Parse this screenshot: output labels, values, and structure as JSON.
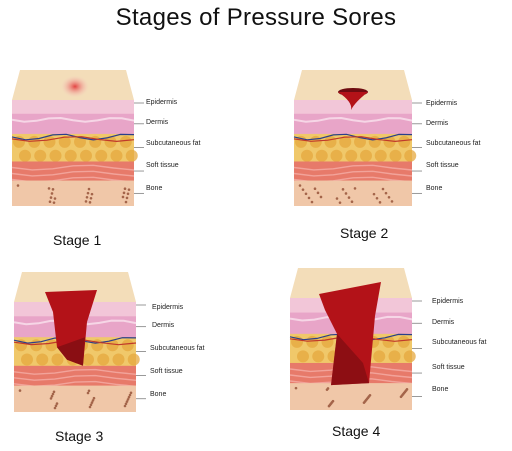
{
  "title": "Stages of Pressure Sores",
  "stages": [
    {
      "label": "Stage 1",
      "wound": "redness"
    },
    {
      "label": "Stage 2",
      "wound": "shallow-crater"
    },
    {
      "label": "Stage 3",
      "wound": "deep-into-fat"
    },
    {
      "label": "Stage 4",
      "wound": "deep-to-bone"
    }
  ],
  "layer_labels": [
    "Epidermis",
    "Dermis",
    "Subcutaneous fat",
    "Soft tissue",
    "Bone"
  ],
  "colors": {
    "skin_top": "#f3ddb9",
    "epidermis": "#f2c6d8",
    "dermis": "#e8a5c8",
    "fat": "#f0c86a",
    "fat_blob": "#e6a83f",
    "soft_tissue": "#e77a6a",
    "bone": "#f0c7a8",
    "bone_dot": "#a4654a",
    "wound": "#b31218",
    "wound_dark": "#6e0b10",
    "vein_blue": "#2b3f8c",
    "vein_red": "#c0392b"
  }
}
